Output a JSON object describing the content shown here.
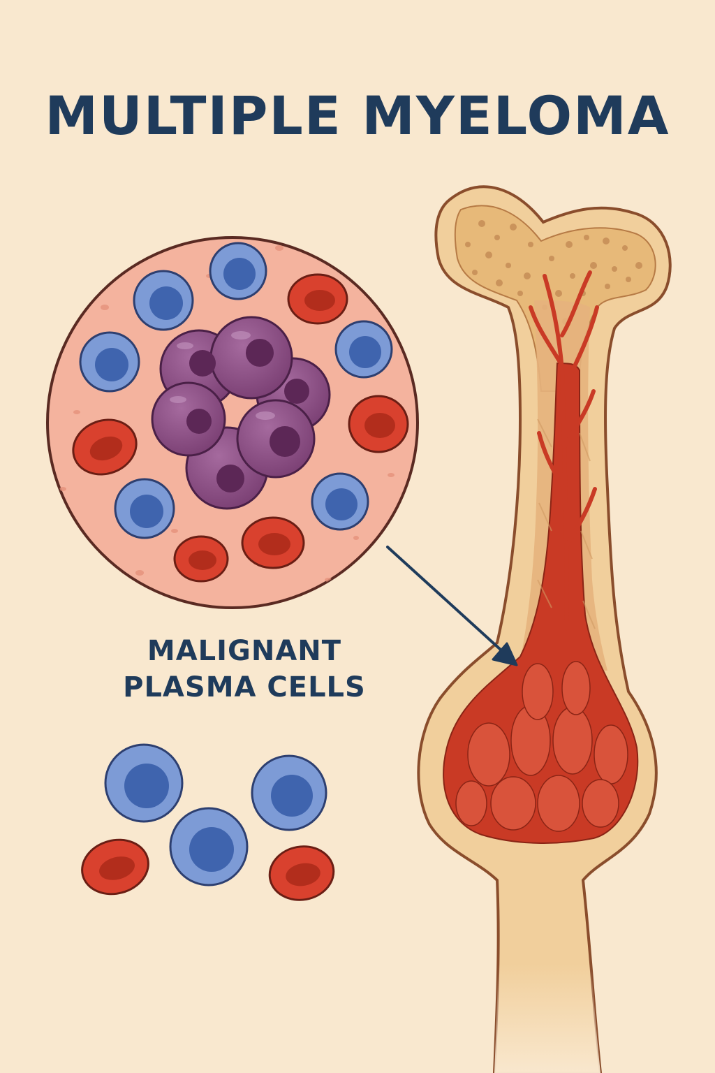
{
  "title": "MULTIPLE MYELOMA",
  "label": {
    "line1": "MALIGNANT",
    "line2": "PLASMA CELLS"
  },
  "colors": {
    "background": "#f9e8cf",
    "title_text": "#1f3b5b",
    "bone_outer": "#f1cf9c",
    "bone_outline": "#8a4d2c",
    "marrow_red": "#c93a25",
    "red_cell": "#d9412e",
    "white_cell": "#6f8fd0",
    "white_cell_nucleus": "#3f64ae",
    "plasma_cell": "#8d5187",
    "magnified_tissue": "#f4b39e"
  },
  "icons": [
    "magnified-circle",
    "bone-illustration",
    "pointer-arrow",
    "plasma-cell-cluster",
    "red-blood-cell",
    "white-blood-cell"
  ]
}
